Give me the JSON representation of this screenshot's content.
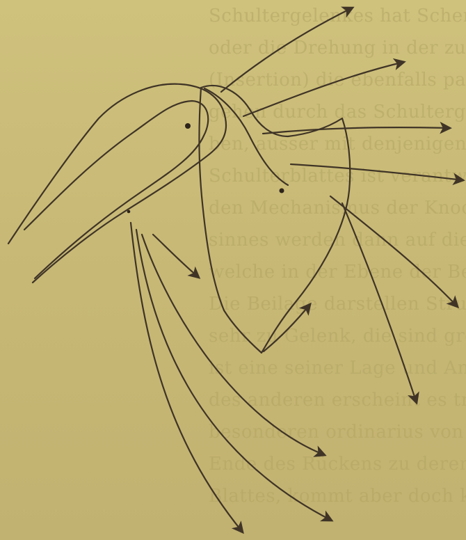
{
  "background_text": [
    "Schultergelenkes hat Schenkel als",
    "oder die Drehung in der zur Muscul",
    "(Insertion) die ebenfalls parallelen A",
    "gehen durch das Schultergelenk, die se",
    "ben, ausser mit denjenigen beider",
    "Schulterblattes ist verantwortlich für di",
    "den Mechanismus der Knochen vorsiehtig",
    "sinnes werden dann auf die Kontraktion",
    "welche in der Ebene der Bewegung.",
    "Die Beilage darstellen Strukel",
    "sehr zu Gelenk, die sind grenzenlos",
    "ist eine seiner Lage und Anordnung",
    "des anderen erscheint es trapezius und",
    "besonderen ordinarius von diesen lange",
    "Ende des Rückens zu deren Ansatz",
    "Blattes, kommt aber doch keineswegs"
  ],
  "diagram": {
    "colors": {
      "paper": "#cdbf7a",
      "ink": "#3f3426"
    }
  }
}
